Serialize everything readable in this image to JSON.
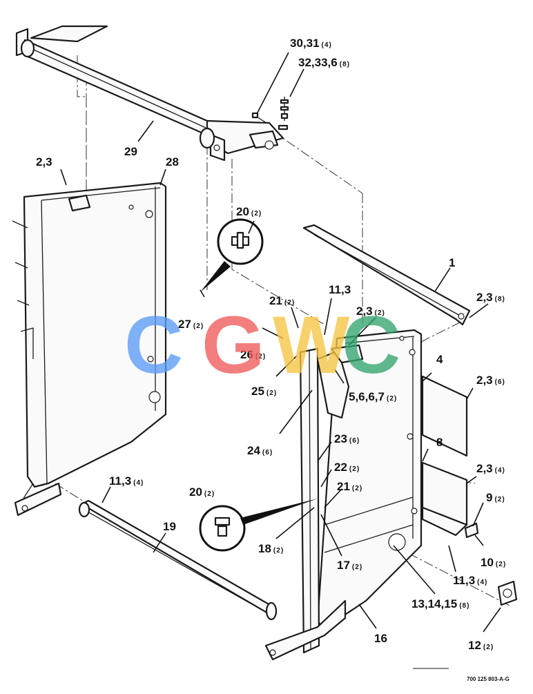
{
  "callouts": [
    {
      "id": "c-30-31",
      "text": "30,31",
      "qty": "(4)"
    },
    {
      "id": "c-32-33-6",
      "text": "32,33,6",
      "qty": "(8)"
    },
    {
      "id": "c-29",
      "text": "29",
      "qty": ""
    },
    {
      "id": "c-28",
      "text": "28",
      "qty": ""
    },
    {
      "id": "c-2-3-top",
      "text": "2,3",
      "qty": ""
    },
    {
      "id": "c-20-top",
      "text": "20",
      "qty": "(2)"
    },
    {
      "id": "c-1",
      "text": "1",
      "qty": ""
    },
    {
      "id": "c-2-3-8",
      "text": "2,3",
      "qty": "(8)"
    },
    {
      "id": "c-11-3-mid",
      "text": "11,3",
      "qty": ""
    },
    {
      "id": "c-21-top",
      "text": "21",
      "qty": "(2)"
    },
    {
      "id": "c-2-3-2",
      "text": "2,3",
      "qty": "(2)"
    },
    {
      "id": "c-27",
      "text": "27",
      "qty": "(2)"
    },
    {
      "id": "c-26",
      "text": "26",
      "qty": "(2)"
    },
    {
      "id": "c-25",
      "text": "25",
      "qty": "(2)"
    },
    {
      "id": "c-5-6-6-7",
      "text": "5,6,6,7",
      "qty": "(2)"
    },
    {
      "id": "c-4",
      "text": "4",
      "qty": ""
    },
    {
      "id": "c-2-3-6",
      "text": "2,3",
      "qty": "(6)"
    },
    {
      "id": "c-24",
      "text": "24",
      "qty": "(6)"
    },
    {
      "id": "c-23",
      "text": "23",
      "qty": "(6)"
    },
    {
      "id": "c-8",
      "text": "8",
      "qty": ""
    },
    {
      "id": "c-2-3-4",
      "text": "2,3",
      "qty": "(4)"
    },
    {
      "id": "c-22",
      "text": "22",
      "qty": "(2)"
    },
    {
      "id": "c-11-3-left",
      "text": "11,3",
      "qty": "(4)"
    },
    {
      "id": "c-21-low",
      "text": "21",
      "qty": "(2)"
    },
    {
      "id": "c-9",
      "text": "9",
      "qty": "(2)"
    },
    {
      "id": "c-20-low",
      "text": "20",
      "qty": "(2)"
    },
    {
      "id": "c-19",
      "text": "19",
      "qty": ""
    },
    {
      "id": "c-18",
      "text": "18",
      "qty": "(2)"
    },
    {
      "id": "c-17",
      "text": "17",
      "qty": "(2)"
    },
    {
      "id": "c-10",
      "text": "10",
      "qty": "(2)"
    },
    {
      "id": "c-11-3-right",
      "text": "11,3",
      "qty": "(4)"
    },
    {
      "id": "c-13-14-15",
      "text": "13,14,15",
      "qty": "(8)"
    },
    {
      "id": "c-16",
      "text": "16",
      "qty": ""
    },
    {
      "id": "c-12",
      "text": "12",
      "qty": "(2)"
    }
  ],
  "drawing_code": "700 125 803-A-G",
  "watermark": {
    "letters": [
      "C",
      "G",
      "W",
      "C"
    ],
    "colors": [
      "#5b9cf6",
      "#ef5b5b",
      "#f5c542",
      "#34a56f"
    ]
  }
}
